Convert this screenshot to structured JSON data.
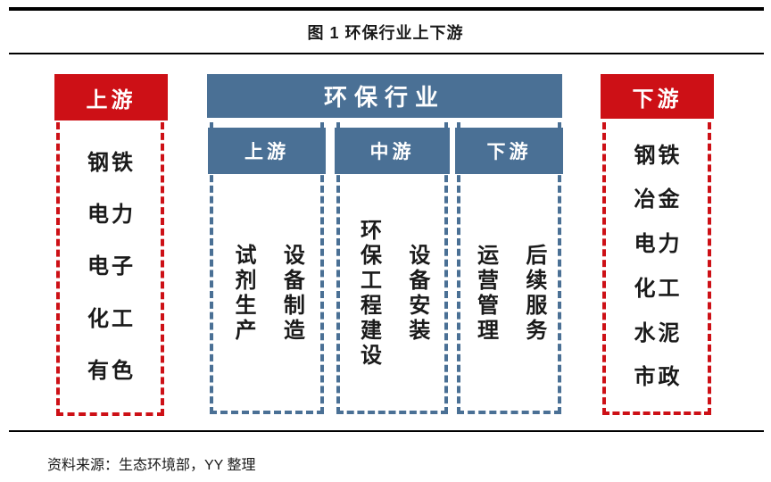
{
  "title": "图 1 环保行业上下游",
  "source": "资料来源：生态环境部，YY 整理",
  "colors": {
    "red": "#cd1016",
    "blue": "#4a7095",
    "text": "#1a1a1a",
    "rule": "#000000"
  },
  "left_panel": {
    "header": "上游",
    "items": [
      "钢铁",
      "电力",
      "电子",
      "化工",
      "有色"
    ]
  },
  "industry": {
    "header": "环保行业",
    "segments": [
      {
        "header": "上游",
        "activities": [
          "试剂生产",
          "设备制造"
        ]
      },
      {
        "header": "中游",
        "activities": [
          "环保工程建设",
          "设备安装"
        ]
      },
      {
        "header": "下游",
        "activities": [
          "运营管理",
          "后续服务"
        ]
      }
    ]
  },
  "right_panel": {
    "header": "下游",
    "items": [
      "钢铁",
      "冶金",
      "电力",
      "化工",
      "水泥",
      "市政"
    ]
  }
}
